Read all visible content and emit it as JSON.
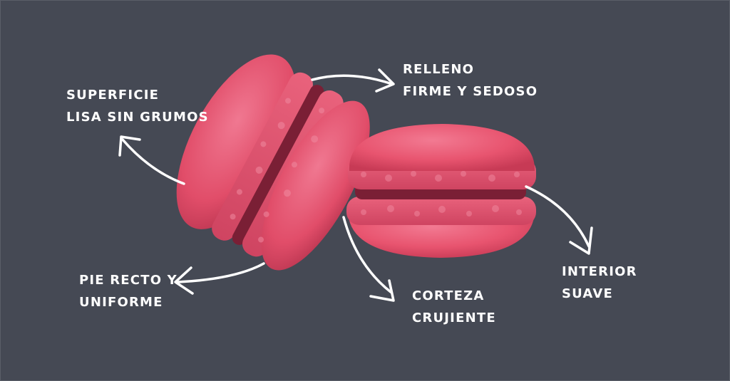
{
  "annotations": {
    "surface": {
      "lines": [
        "SUPERFICIE",
        "LISA SIN GRUMOS"
      ]
    },
    "filling": {
      "lines": [
        "RELLENO",
        "FIRME Y  SEDOSO"
      ]
    },
    "foot": {
      "lines": [
        "PIE RECTO Y",
        "UNIFORME"
      ]
    },
    "crust": {
      "lines": [
        "CORTEZA",
        "CRUJIENTE"
      ]
    },
    "interior": {
      "lines": [
        "INTERIOR",
        "SUAVE"
      ]
    }
  },
  "colors": {
    "background": "#454954",
    "macaron_shell": "#e8546f",
    "macaron_shell_shade": "#c73a55",
    "macaron_feet": "#d94a66",
    "filling": "#7a1f35",
    "arrows": "#ffffff"
  },
  "icons": [
    "arrow-icon",
    "macaron-icon"
  ]
}
